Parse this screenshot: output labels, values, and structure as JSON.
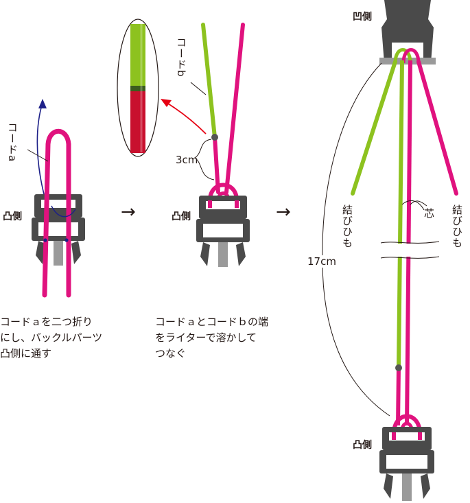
{
  "colors": {
    "pink": "#e0127e",
    "green": "#8dc21f",
    "buckle_dark": "#4a4a4a",
    "buckle_light": "#9a9a9a",
    "navy": "#1d2088",
    "red_arrow": "#e60012",
    "ink": "#231815"
  },
  "step1": {
    "cord_label": "コードa",
    "buckle_label": "凸側",
    "caption": "コードａを二つ折り\nにし、バックルパーツ\n凸側に通す"
  },
  "step2": {
    "cord_label": "コードb",
    "length_label": "3cm",
    "buckle_label": "凸側",
    "caption": "コードａとコードｂの端\nをライターで溶かして\nつなぐ"
  },
  "step3": {
    "top_buckle_label": "凹側",
    "bottom_buckle_label": "凸側",
    "left_tie_label": "結びひも",
    "right_tie_label": "結びひも",
    "core_label": "芯",
    "length_label": "17cm"
  },
  "arrows": [
    "→",
    "→"
  ],
  "icons": [
    "buckle-male-icon",
    "buckle-female-icon",
    "cord-closeup-photo",
    "arrow-icon"
  ]
}
